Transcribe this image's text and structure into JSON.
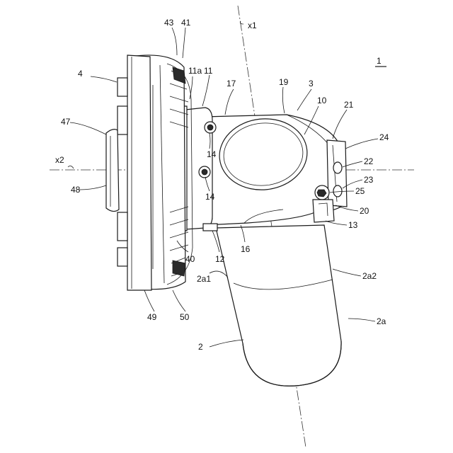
{
  "figure": {
    "title": "1",
    "colors": {
      "line": "#1a1a1a",
      "background": "#ffffff",
      "dark_fill": "#2a2a2a"
    }
  },
  "labels": {
    "x1": "x1",
    "x2": "x2",
    "n43": "43",
    "n41": "41",
    "n4": "4",
    "n11a": "11a",
    "n11": "11",
    "n17": "17",
    "n19": "19",
    "n3": "3",
    "n10": "10",
    "n21": "21",
    "n47": "47",
    "n24": "24",
    "n14a": "14",
    "n22": "22",
    "n48": "48",
    "n14b": "14",
    "n23": "23",
    "n25": "25",
    "n20": "20",
    "n13": "13",
    "n16": "16",
    "n40": "40",
    "n12": "12",
    "n2a1": "2a1",
    "n2a2": "2a2",
    "n49": "49",
    "n50": "50",
    "n2a": "2a",
    "n2": "2"
  }
}
